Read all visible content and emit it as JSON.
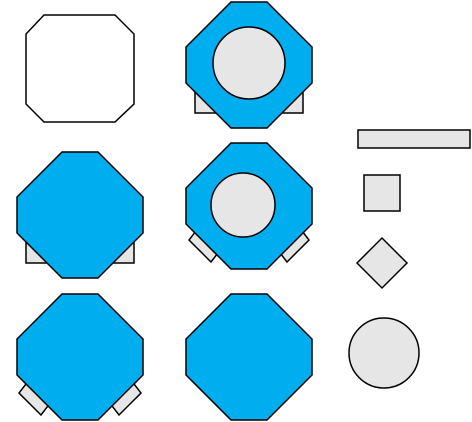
{
  "colors": {
    "background": "#ffffff",
    "octagon_fill_blue": "#00aeef",
    "octagon_fill_white": "#ffffff",
    "part_fill_gray": "#e6e6e6",
    "outline": "#000000"
  },
  "tiles": [
    {
      "id": "tile-1",
      "octagon": "white",
      "circle": false,
      "base": "none"
    },
    {
      "id": "tile-2",
      "octagon": "blue",
      "circle": true,
      "base": "rectangle"
    },
    {
      "id": "tile-3",
      "octagon": "blue",
      "circle": false,
      "base": "rectangle"
    },
    {
      "id": "tile-4",
      "octagon": "blue",
      "circle": true,
      "base": "two-tabs"
    },
    {
      "id": "tile-5",
      "octagon": "blue",
      "circle": false,
      "base": "two-tabs"
    },
    {
      "id": "tile-6",
      "octagon": "blue",
      "circle": false,
      "base": "none"
    }
  ],
  "parts": [
    {
      "id": "part-bar",
      "shape": "bar"
    },
    {
      "id": "part-square",
      "shape": "square"
    },
    {
      "id": "part-diamond",
      "shape": "diamond"
    },
    {
      "id": "part-circle",
      "shape": "circle"
    }
  ]
}
